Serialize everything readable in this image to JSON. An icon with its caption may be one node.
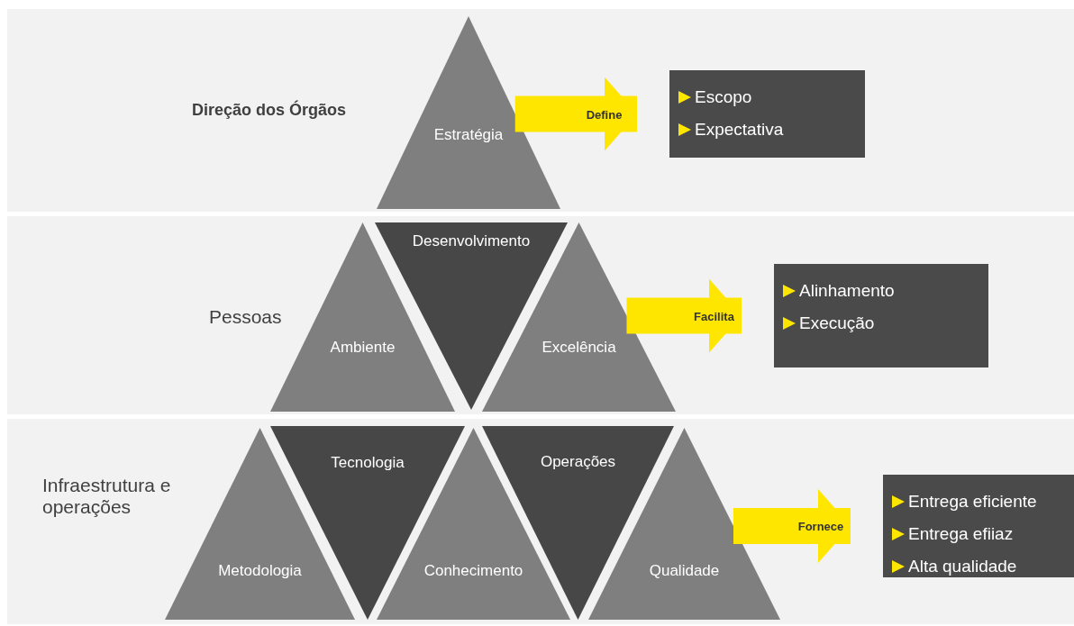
{
  "diagram": {
    "nodes": [
      {
        "text": [
          "Direção dos Órgãos"
        ]
      },
      {
        "text": [
          "Estratégia"
        ],
        "in": 0
      },
      {
        "text": [
          "Escopo",
          "Expectativa"
        ],
        "in": 0
      },
      {
        "text": [
          "Pessoas"
        ]
      },
      {
        "text": [
          "Desenvolvimento"
        ],
        "in": 3
      },
      {
        "text": [
          "Ambiente"
        ],
        "in": 3
      },
      {
        "text": [
          "Excelência"
        ],
        "in": 3
      },
      {
        "text": [
          "Alinhamento",
          "Execução"
        ],
        "in": 3
      },
      {
        "text": [
          "Infraestrutura e operações"
        ]
      },
      {
        "text": [
          "Tecnologia"
        ],
        "in": 8
      },
      {
        "text": [
          "Operações"
        ],
        "in": 8
      },
      {
        "text": [
          "Metodologia"
        ],
        "in": 8
      },
      {
        "text": [
          "Conhecimento"
        ],
        "in": 8
      },
      {
        "text": [
          "Qualidade"
        ],
        "in": 8
      },
      {
        "text": [
          "Entrega eficiente",
          "Entrega efiiaz",
          "Alta qualidade"
        ],
        "in": 8
      }
    ],
    "edges": [
      {
        "from": 1,
        "to": 2,
        "arrow": "to",
        "label": "Define"
      },
      {
        "from": 6,
        "to": 7,
        "arrow": "to",
        "label": "Facilita"
      },
      {
        "from": 13,
        "to": 14,
        "arrow": "to",
        "label": "Fornece"
      }
    ]
  }
}
